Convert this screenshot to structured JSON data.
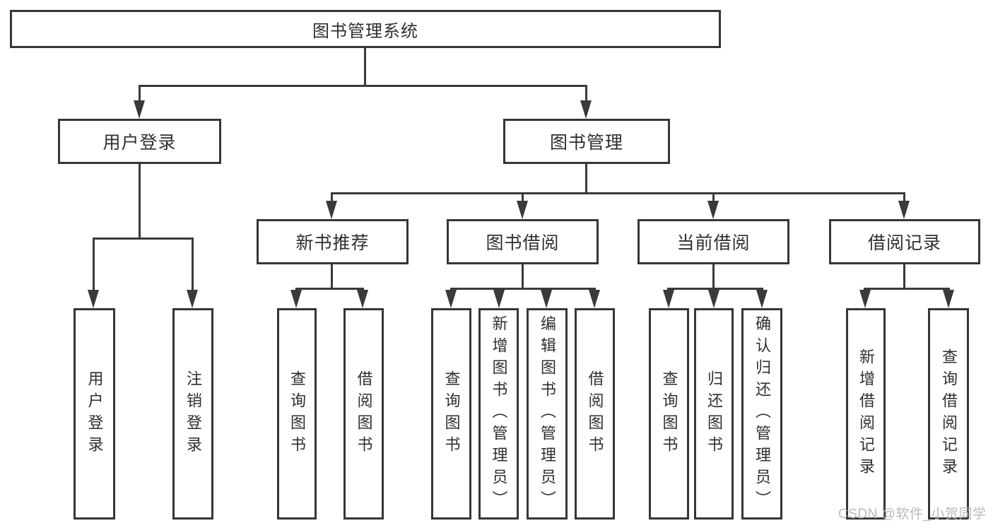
{
  "diagram": {
    "title": "图书管理系统",
    "colors": {
      "line": "#3a3a3a",
      "box_border": "#363636",
      "text": "#2f2f2f",
      "watermark_text": "#b9b9b9",
      "background": "#ffffff"
    },
    "root": {
      "label": "图书管理系统"
    },
    "level1": {
      "user_login": {
        "label": "用户登录"
      },
      "book_mgmt": {
        "label": "图书管理"
      }
    },
    "level2": {
      "new_book": {
        "label": "新书推荐"
      },
      "book_borrow": {
        "label": "图书借阅"
      },
      "current_borrow": {
        "label": "当前借阅"
      },
      "borrow_records": {
        "label": "借阅记录"
      }
    },
    "leaves": {
      "user_login": {
        "label": "用户登录"
      },
      "logout": {
        "label": "注销登录"
      },
      "nb_query": {
        "label": "查询图书"
      },
      "nb_borrow": {
        "label": "借阅图书"
      },
      "bb_query": {
        "label": "查询图书"
      },
      "bb_add": {
        "label": "新增图书（管理员）"
      },
      "bb_edit": {
        "label": "编辑图书（管理员）"
      },
      "bb_borrow": {
        "label": "借阅图书"
      },
      "cb_query": {
        "label": "查询图书"
      },
      "cb_return": {
        "label": "归还图书"
      },
      "cb_confirm": {
        "label": "确认归还（管理员）"
      },
      "br_add": {
        "label": "新增借阅记录"
      },
      "br_query": {
        "label": "查询借阅记录"
      }
    },
    "watermark": "CSDN @软件_小贺同学"
  }
}
